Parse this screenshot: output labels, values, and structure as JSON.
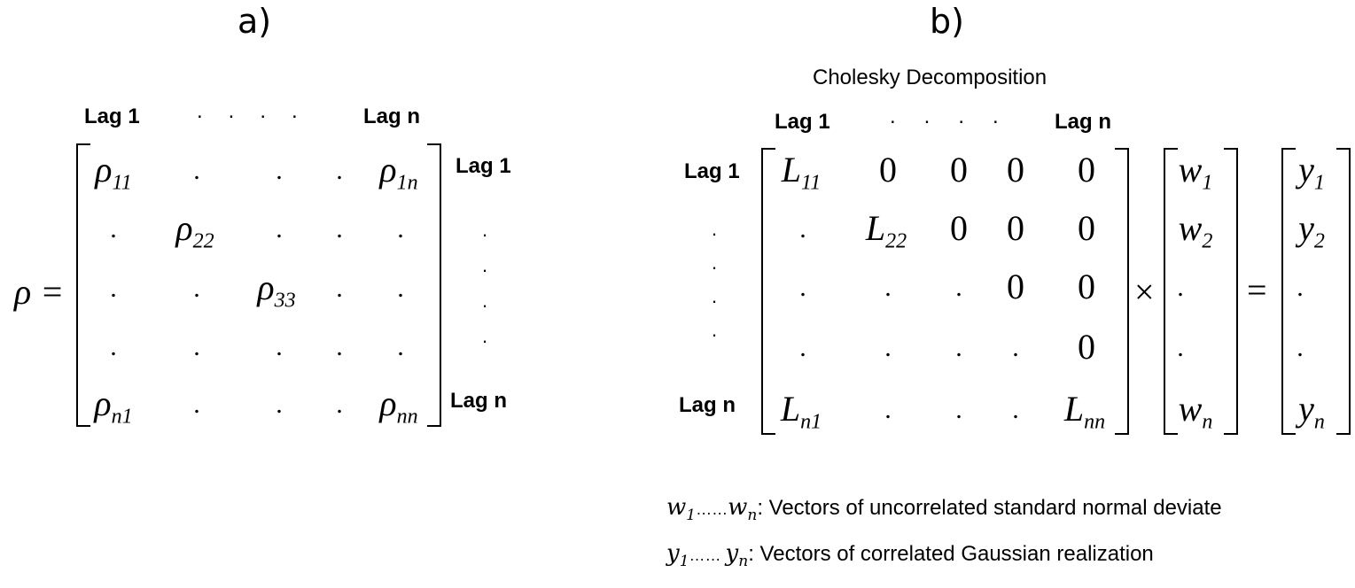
{
  "panel_a": {
    "label": "a)",
    "lhs": "ρ =",
    "col_head_first": "Lag 1",
    "col_head_last": "Lag n",
    "row_head_first": "Lag 1",
    "row_head_last": "Lag n",
    "entries": {
      "rho11": "ρ",
      "rho11_sub": "11",
      "rho1n": "ρ",
      "rho1n_sub": "1n",
      "rho22": "ρ",
      "rho22_sub": "22",
      "rho33": "ρ",
      "rho33_sub": "33",
      "rhon1": "ρ",
      "rhon1_sub": "n1",
      "rhonn": "ρ",
      "rhonn_sub": "nn"
    }
  },
  "panel_b": {
    "label": "b)",
    "title": "Cholesky Decomposition",
    "col_head_first": "Lag 1",
    "col_head_last": "Lag n",
    "row_head_first": "Lag 1",
    "row_head_last": "Lag n",
    "zero": "0",
    "times": "×",
    "equals": "=",
    "entries": {
      "L11": "L",
      "L11_sub": "11",
      "L22": "L",
      "L22_sub": "22",
      "Ln1": "L",
      "Ln1_sub": "n1",
      "Lnn": "L",
      "Lnn_sub": "nn",
      "w1": "w",
      "w1_sub": "1",
      "w2": "w",
      "w2_sub": "2",
      "wn": "w",
      "wn_sub": "n",
      "y1": "y",
      "y1_sub": "1",
      "y2": "y",
      "y2_sub": "2",
      "yn": "y",
      "yn_sub": "n"
    }
  },
  "legend": {
    "w_sym_start": "w",
    "w_sub_start": "1",
    "w_dots": "……",
    "w_sym_end": "w",
    "w_sub_end": "n",
    "w_text": ": Vectors of uncorrelated standard normal deviate",
    "y_sym_start": "y",
    "y_sub_start": "1",
    "y_dots": "…… ",
    "y_sym_end": "y",
    "y_sub_end": "n",
    "y_text": ": Vectors of correlated Gaussian realization"
  }
}
